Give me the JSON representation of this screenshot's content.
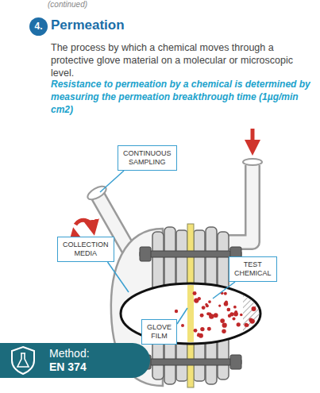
{
  "diagram": {
    "title": "Permeation",
    "nodes": [
      {
        "text": [
          "4."
        ]
      },
      {
        "text": [
          "CONTINUOUS SAMPLING"
        ]
      },
      {
        "text": [
          "COLLECTION MEDIA"
        ]
      },
      {
        "text": [
          "TEST CHEMICAL"
        ]
      },
      {
        "text": [
          "GLOVE FILM"
        ]
      },
      {
        "text": [
          "Method:",
          "EN 374"
        ]
      }
    ],
    "labels": [
      "(continued)",
      "The process by which a chemical moves through a protective glove material on a molecular or microscopic level.",
      "Resistance to permeation by a chemical is determined by measuring the permeation breakthrough time (1µg/min cm2)"
    ]
  }
}
